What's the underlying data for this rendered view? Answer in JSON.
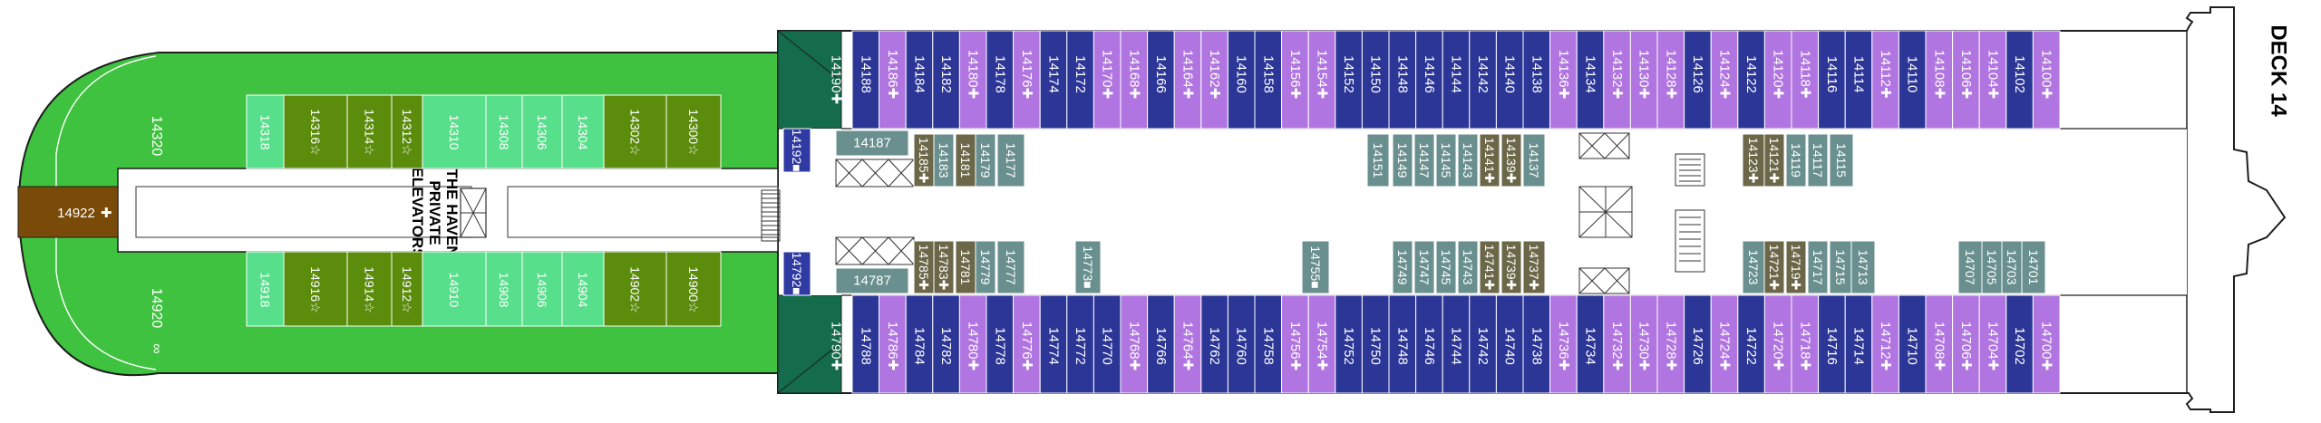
{
  "deck_label": "DECK 14",
  "colors": {
    "interior_blue": "#2c3697",
    "balcony_purple": "#b175e1",
    "spa_purple": "#c58de6",
    "gray_teal": "#6a8f8f",
    "dark_olive": "#6b6748",
    "suite_green": "#5b8c0c",
    "light_green": "#58df8c",
    "aft_green": "#3ec23f",
    "forward_teal": "#146c4c",
    "brown": "#7a4a08",
    "navy": "#2f3aa2"
  },
  "rooms": {
    "fwd_top": [
      "14190",
      "14192",
      "14790",
      "14792"
    ],
    "top_row": [
      "14188",
      "14186",
      "14184",
      "14182",
      "14180",
      "14178",
      "14176",
      "14174",
      "14172",
      "14170",
      "14168",
      "14166",
      "14164",
      "14162",
      "14160",
      "14158",
      "14156",
      "14154",
      "14152",
      "14150",
      "14148",
      "14146",
      "14144",
      "14142",
      "14140",
      "14138",
      "14136",
      "14134",
      "14132",
      "14130",
      "14128",
      "14126",
      "14124",
      "14122",
      "14120",
      "14118",
      "14116",
      "14114",
      "14112",
      "14110",
      "14108",
      "14106",
      "14104",
      "14102",
      "14100"
    ],
    "bottom_row": [
      "14788",
      "14786",
      "14784",
      "14782",
      "14780",
      "14778",
      "14776",
      "14774",
      "14772",
      "14770",
      "14768",
      "14766",
      "14764",
      "14762",
      "14760",
      "14758",
      "14756",
      "14754",
      "14752",
      "14750",
      "14748",
      "14746",
      "14744",
      "14742",
      "14740",
      "14738",
      "14736",
      "14734",
      "14732",
      "14730",
      "14728",
      "14726",
      "14724",
      "14722",
      "14720",
      "14718",
      "14716",
      "14714",
      "14712",
      "14710",
      "14708",
      "14706",
      "14704",
      "14702",
      "14700"
    ],
    "inner_top": [
      "14187",
      "14185",
      "14183",
      "14181",
      "14179",
      "14177",
      "14151",
      "14149",
      "14147",
      "14145",
      "14143",
      "14141",
      "14139",
      "14137",
      "14123",
      "14121",
      "14119",
      "14117",
      "14115"
    ],
    "inner_bottom": [
      "14787",
      "14785",
      "14783",
      "14781",
      "14779",
      "14777",
      "14773",
      "14755",
      "14749",
      "14747",
      "14745",
      "14743",
      "14741",
      "14739",
      "14737",
      "14723",
      "14721",
      "14719",
      "14717",
      "14715",
      "14713",
      "14707",
      "14705",
      "14703",
      "14701"
    ],
    "haven_top": [
      "14318",
      "14316",
      "14314",
      "14312",
      "14310",
      "14308",
      "14306",
      "14304",
      "14302",
      "14300"
    ],
    "haven_bottom": [
      "14918",
      "14916",
      "14914",
      "14912",
      "14910",
      "14908",
      "14906",
      "14904",
      "14902",
      "14900"
    ],
    "aft_corner_top": "14320",
    "aft_corner_bottom": "14920",
    "aft_center": "14922"
  },
  "elevator_label_lines": [
    "THE HAVEN",
    "PRIVATE",
    "ELEVATORS"
  ],
  "legend_symbols": {
    "accessible": "✚",
    "connecting": "■",
    "star": "☆",
    "infinity": "∞"
  }
}
